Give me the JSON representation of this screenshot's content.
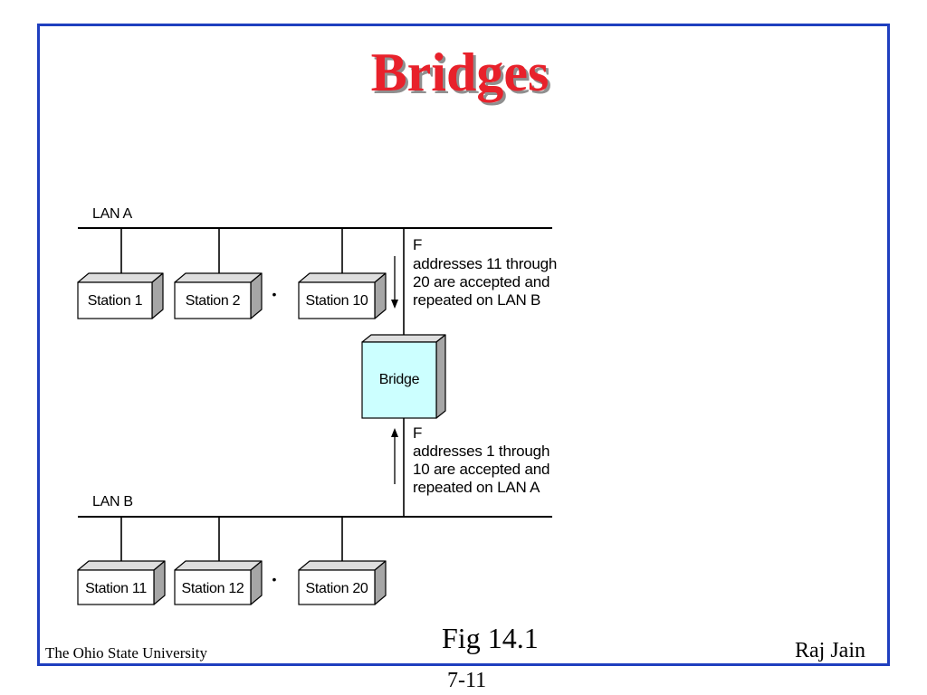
{
  "slide": {
    "title": "Bridges",
    "figure_caption": "Fig 14.1",
    "footer_left": "The Ohio State University",
    "footer_right": "Raj Jain",
    "page_number": "7-11"
  },
  "diagram": {
    "lan_a": {
      "label": "LAN A",
      "stations": [
        "Station 1",
        "Station 2",
        "Station 10"
      ],
      "gap_marker": "•"
    },
    "lan_b": {
      "label": "LAN B",
      "stations": [
        "Station 11",
        "Station 12",
        "Station 20"
      ],
      "gap_marker": "•"
    },
    "bridge": {
      "label": "Bridge"
    },
    "forward_a_to_b": {
      "lines": [
        "F",
        "addresses 11 through",
        "20 are accepted and",
        "repeated on LAN B"
      ]
    },
    "forward_b_to_a": {
      "lines": [
        "F",
        "addresses 1 through",
        "10 are accepted and",
        "repeated on LAN A"
      ]
    }
  },
  "colors": {
    "frame": "#1f3fbf",
    "title": "#e8212b",
    "title_shadow": "#8f8f8f",
    "bridge_fill": "#ccffff",
    "station_fill": "#ffffff",
    "box_top": "#dedede",
    "box_side": "#a6a6a6",
    "line": "#000000"
  }
}
